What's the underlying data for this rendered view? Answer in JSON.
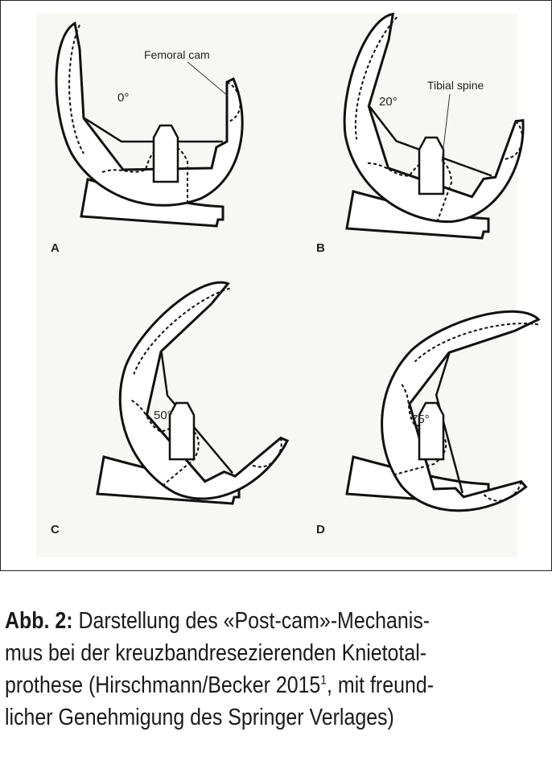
{
  "figure": {
    "panels": [
      {
        "letter": "A",
        "angle_label": "0°",
        "flexion_deg": 0
      },
      {
        "letter": "B",
        "angle_label": "20°",
        "flexion_deg": 20
      },
      {
        "letter": "C",
        "angle_label": "50°",
        "flexion_deg": 50
      },
      {
        "letter": "D",
        "angle_label": "75°",
        "flexion_deg": 75
      }
    ],
    "annotations": {
      "femoral_cam": "Femoral cam",
      "tibial_spine": "Tibial spine"
    }
  },
  "caption": {
    "label": "Abb. 2:",
    "line1": "Darstellung des «Post-cam»-Mechanis-",
    "line2": "mus bei der kreuzbandresezierenden Knietotal-",
    "line3a": "prothese (Hirschmann/Becker 2015",
    "line3sup": "1",
    "line3b": ", mit freund-",
    "line4": "licher Genehmigung des Springer Verlages)"
  }
}
